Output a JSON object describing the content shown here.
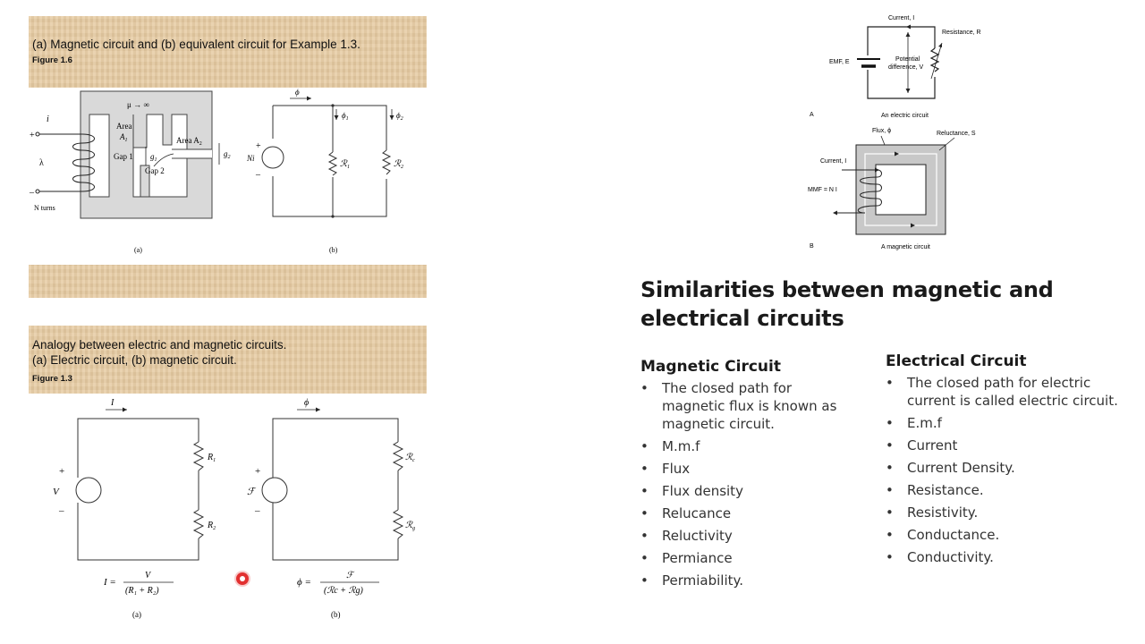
{
  "panel1": {
    "title": "(a) Magnetic circuit and (b) equivalent circuit for Example  1.3.",
    "figure": "Figure 1.6",
    "a": {
      "mu": "μ → ∞",
      "i": "i",
      "plus": "+",
      "minus": "–",
      "lambda": "λ",
      "n_turns": "N turns",
      "area1": "Area",
      "area1_sub": "A",
      "area1_sub_n": "1",
      "gap1": "Gap 1",
      "g1": "g",
      "g1_n": "1",
      "area2": "Area A",
      "area2_n": "2",
      "gap2": "Gap 2",
      "g2": "g",
      "g2_n": "2",
      "caption": "(a)"
    },
    "b": {
      "phi": "ϕ",
      "phi1": "ϕ",
      "phi1_n": "1",
      "phi2": "ϕ",
      "phi2_n": "2",
      "plus": "+",
      "minus": "–",
      "source": "Ni",
      "r1": "ℛ",
      "r1_n": "1",
      "r2": "ℛ",
      "r2_n": "2",
      "caption": "(b)"
    }
  },
  "panel2": {
    "title_line1": "Analogy between electric and magnetic circuits.",
    "title_line2": "(a) Electric circuit, (b) magnetic circuit.",
    "figure": "Figure 1.3",
    "a": {
      "current": "I",
      "plus": "+",
      "minus": "–",
      "source": "V",
      "r1": "R",
      "r1_n": "1",
      "r2": "R",
      "r2_n": "2",
      "eq_lhs": "I =",
      "eq_num": "V",
      "eq_den": "(R₁ + R₂)",
      "caption": "(a)"
    },
    "b": {
      "flux": "ϕ",
      "plus": "+",
      "minus": "–",
      "source": "ℱ",
      "rc": "ℛ",
      "rc_n": "c",
      "rg": "ℛ",
      "rg_n": "g",
      "eq_lhs": "ϕ =",
      "eq_num": "ℱ",
      "eq_den": "(ℛc + ℛg)",
      "caption": "(b)"
    }
  },
  "topright": {
    "current": "Current, I",
    "resistance": "Resistance, R",
    "emf": "EMF, E",
    "pd_line1": "Potential",
    "pd_line2": "difference, V",
    "label_a": "A",
    "caption_a": "An electric circuit",
    "flux": "Flux, ϕ",
    "reluctance": "Reluctance, S",
    "current2": "Current, I",
    "mmf": "MMF = N I",
    "label_b": "B",
    "caption_b": "A magnetic circuit"
  },
  "similarities": {
    "title_line1": "Similarities between magnetic and",
    "title_line2": "electrical circuits",
    "magnetic": {
      "heading": "Magnetic Circuit",
      "items": [
        "The closed path for magnetic flux is known as magnetic circuit.",
        "M.m.f",
        "Flux",
        "Flux density",
        "Relucance",
        "Reluctivity",
        "Permiance",
        "Permiability."
      ]
    },
    "electrical": {
      "heading": "Electrical Circuit",
      "items": [
        "The closed path for electric current is called electric circuit.",
        "E.m.f",
        "Current",
        "Current Density.",
        "Resistance.",
        "Resistivity.",
        "Conductance.",
        "Conductivity."
      ]
    }
  }
}
